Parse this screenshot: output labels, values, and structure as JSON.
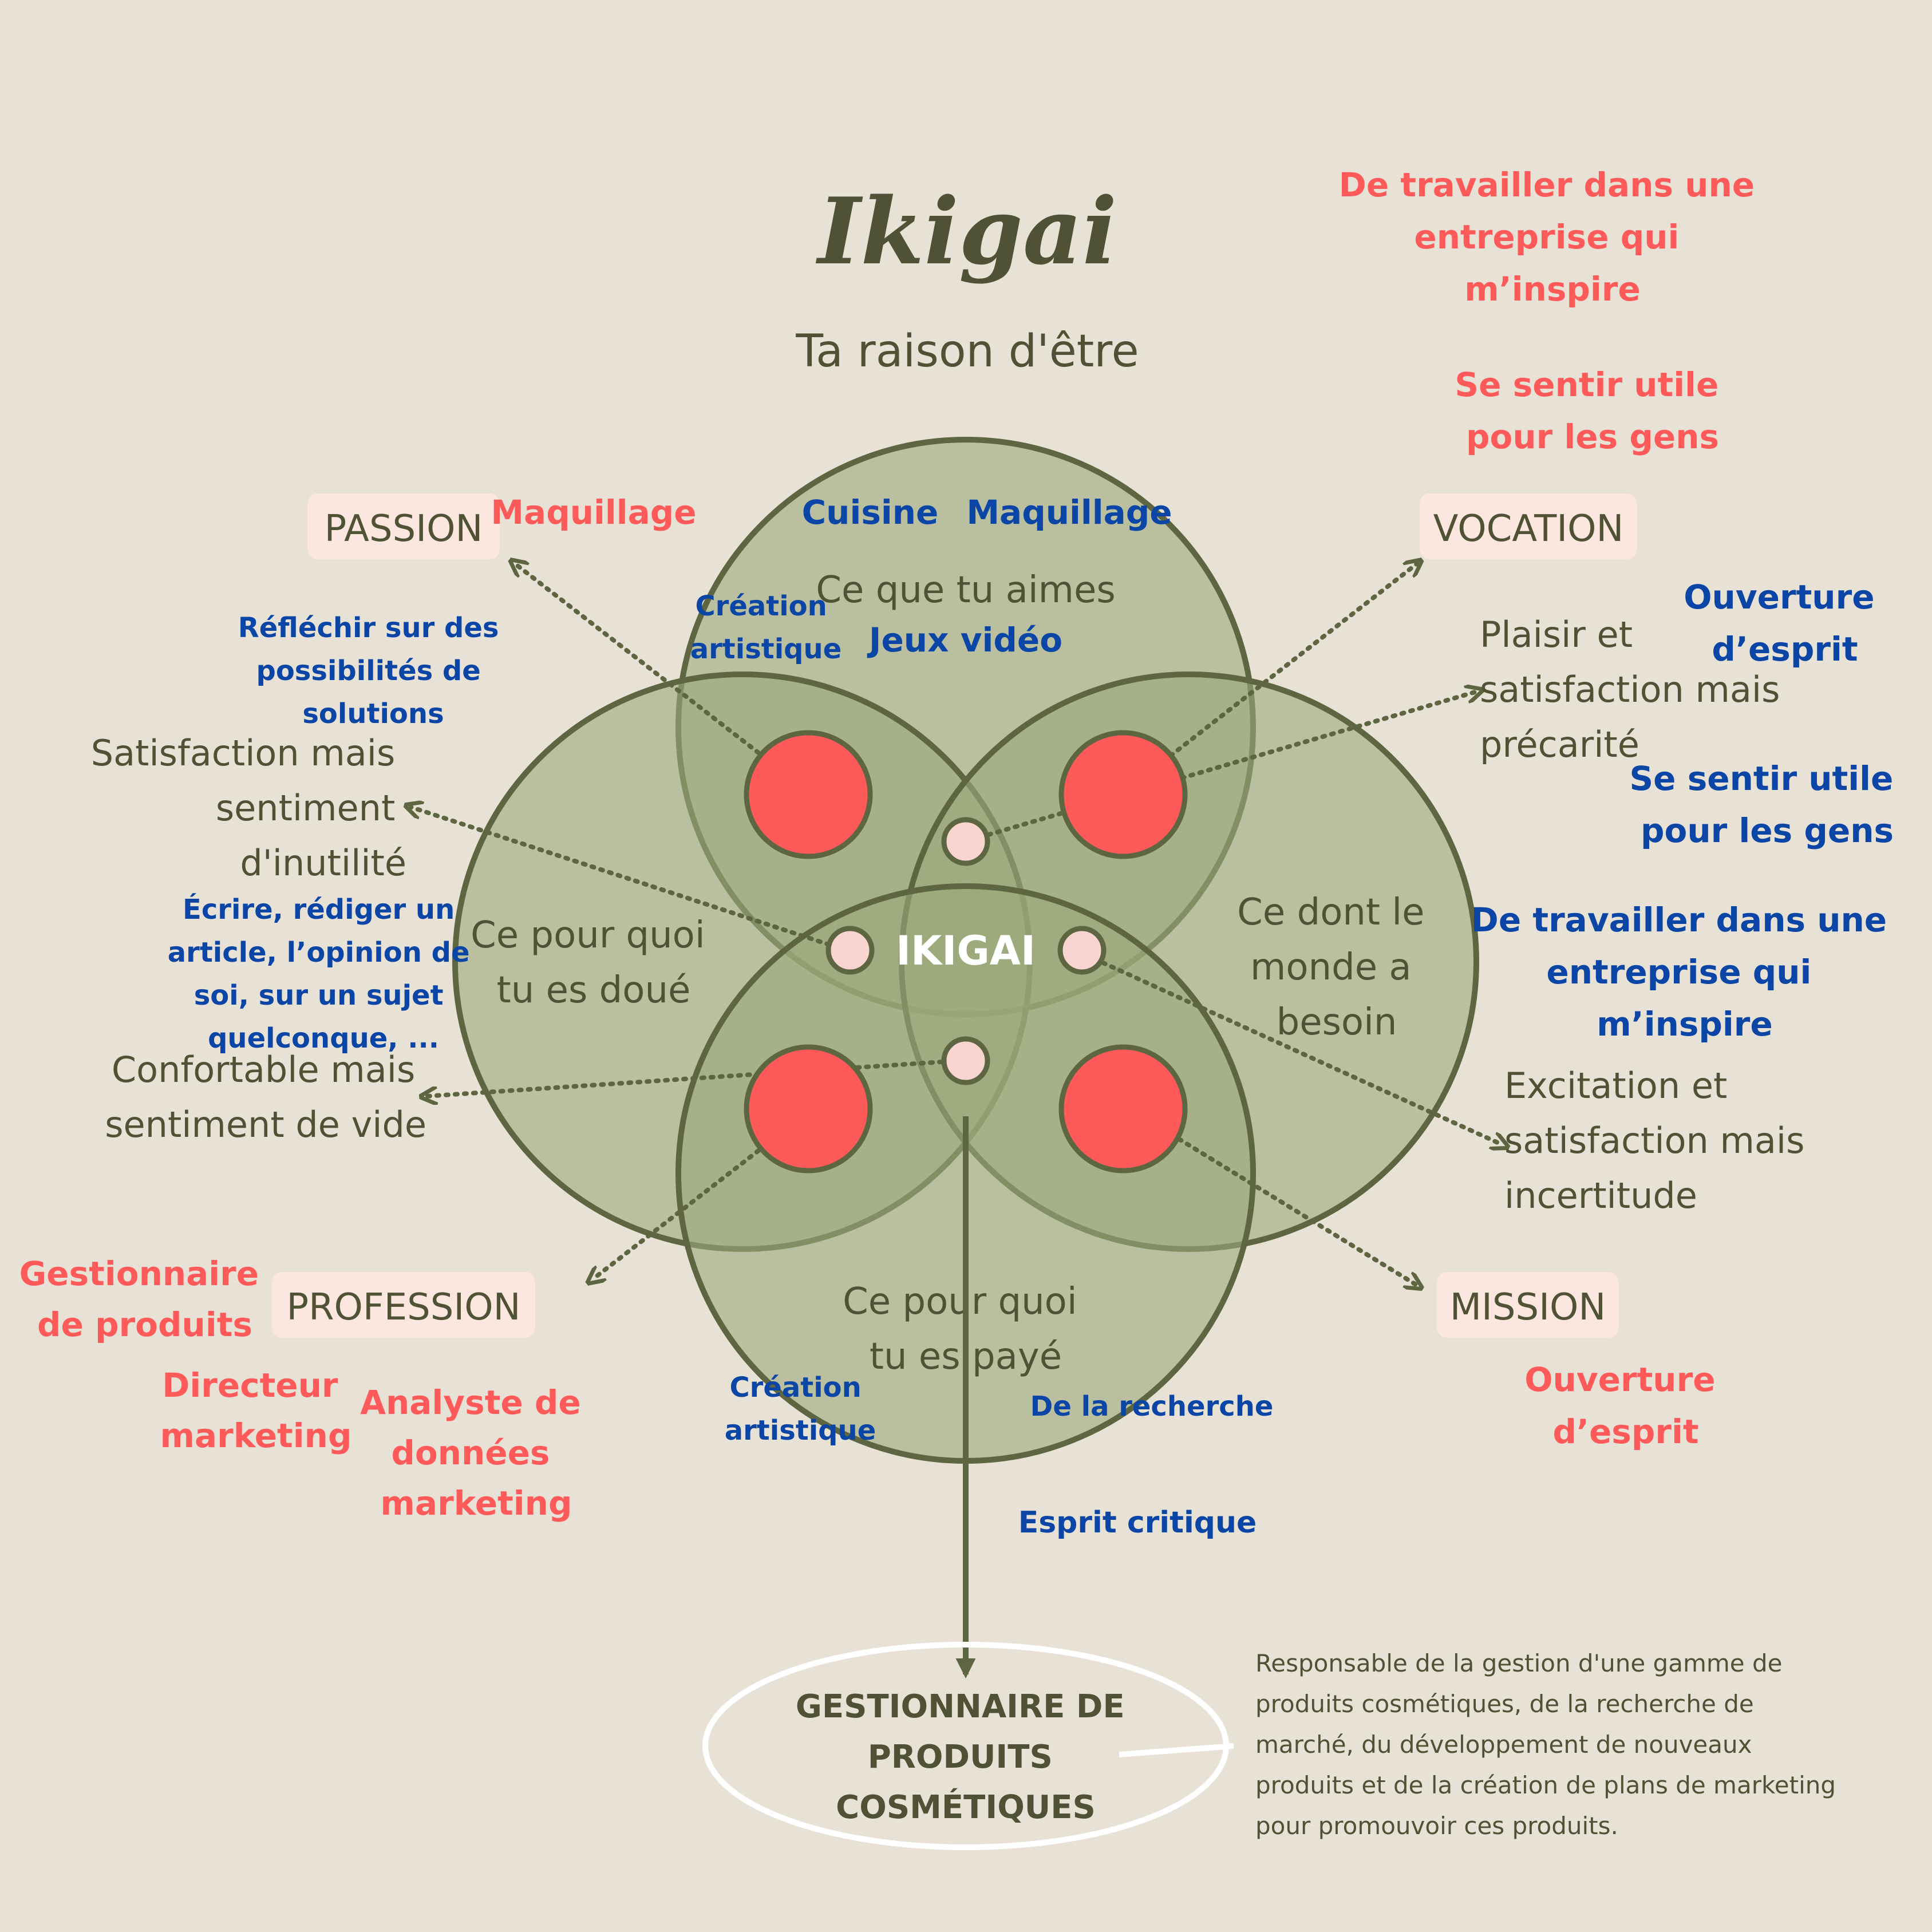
{
  "colors": {
    "background": "#e8e2d6",
    "circle_fill": "#9ba97a",
    "circle_stroke": "#5d6641",
    "dark_text": "#4f5235",
    "accent_red": "#fe5a5a",
    "accent_blue": "#0b45a6",
    "node_pink": "#f8d5d0",
    "label_bg": "#fbe7df",
    "white": "#ffffff"
  },
  "title": "Ikigai",
  "subtitle": "Ta raison d'être",
  "center_label": "IKIGAI",
  "circles": {
    "top": [
      "Ce que tu aimes"
    ],
    "left": [
      "Ce pour quoi",
      "tu es doué"
    ],
    "right": [
      "Ce dont le",
      "monde a",
      "besoin"
    ],
    "bottom": [
      "Ce pour quoi",
      "tu es payé"
    ]
  },
  "categories": {
    "passion": "PASSION",
    "vocation": "VOCATION",
    "profession": "PROFESSION",
    "mission": "MISSION"
  },
  "descriptions": {
    "passion_state": [
      "Satisfaction mais",
      "sentiment",
      "d'inutilité"
    ],
    "vocation_state": [
      "Plaisir et",
      "satisfaction mais",
      "précarité"
    ],
    "profession_state": [
      "Confortable mais",
      "sentiment de vide"
    ],
    "mission_state": [
      "Excitation et",
      "satisfaction mais",
      "incertitude"
    ]
  },
  "red_notes": {
    "maquillage": [
      "Maquillage"
    ],
    "travailler": [
      "De travailler dans une",
      "entreprise qui",
      "m’inspire"
    ],
    "utile": [
      "Se sentir utile",
      "pour les gens"
    ],
    "gestionnaire": [
      "Gestionnaire",
      "de produits"
    ],
    "directeur": [
      "Directeur",
      "marketing"
    ],
    "analyste": [
      "Analyste de",
      "données",
      "marketing"
    ],
    "ouverture": [
      "Ouverture",
      "d’esprit"
    ]
  },
  "blue_notes": {
    "cuisine": [
      "Cuisine"
    ],
    "maquillage": [
      "Maquillage"
    ],
    "creation_top": [
      "Création",
      "artistique"
    ],
    "jeux": [
      "Jeux vidéo"
    ],
    "reflechir": [
      "Réfléchir sur des",
      "possibilités de",
      "solutions"
    ],
    "ecrire": [
      "Écrire, rédiger un",
      "article, l’opinion de",
      "soi, sur un sujet",
      "quelconque, ..."
    ],
    "ouverture": [
      "Ouverture",
      "d’esprit"
    ],
    "utile": [
      "Se sentir utile",
      "pour les gens"
    ],
    "travailler": [
      "De travailler dans une",
      "entreprise qui",
      "m’inspire"
    ],
    "creation_bottom": [
      "Création",
      "artistique"
    ],
    "recherche": [
      "De la recherche"
    ],
    "esprit_critique": [
      "Esprit critique"
    ]
  },
  "result": {
    "title": [
      "GESTIONNAIRE DE",
      "PRODUITS",
      "COSMÉTIQUES"
    ],
    "description": [
      "Responsable de la gestion d'une gamme de",
      "produits cosmétiques, de la recherche de",
      "marché, du développement de nouveaux",
      "produits et de la création de plans de marketing",
      "pour promouvoir ces produits."
    ]
  }
}
